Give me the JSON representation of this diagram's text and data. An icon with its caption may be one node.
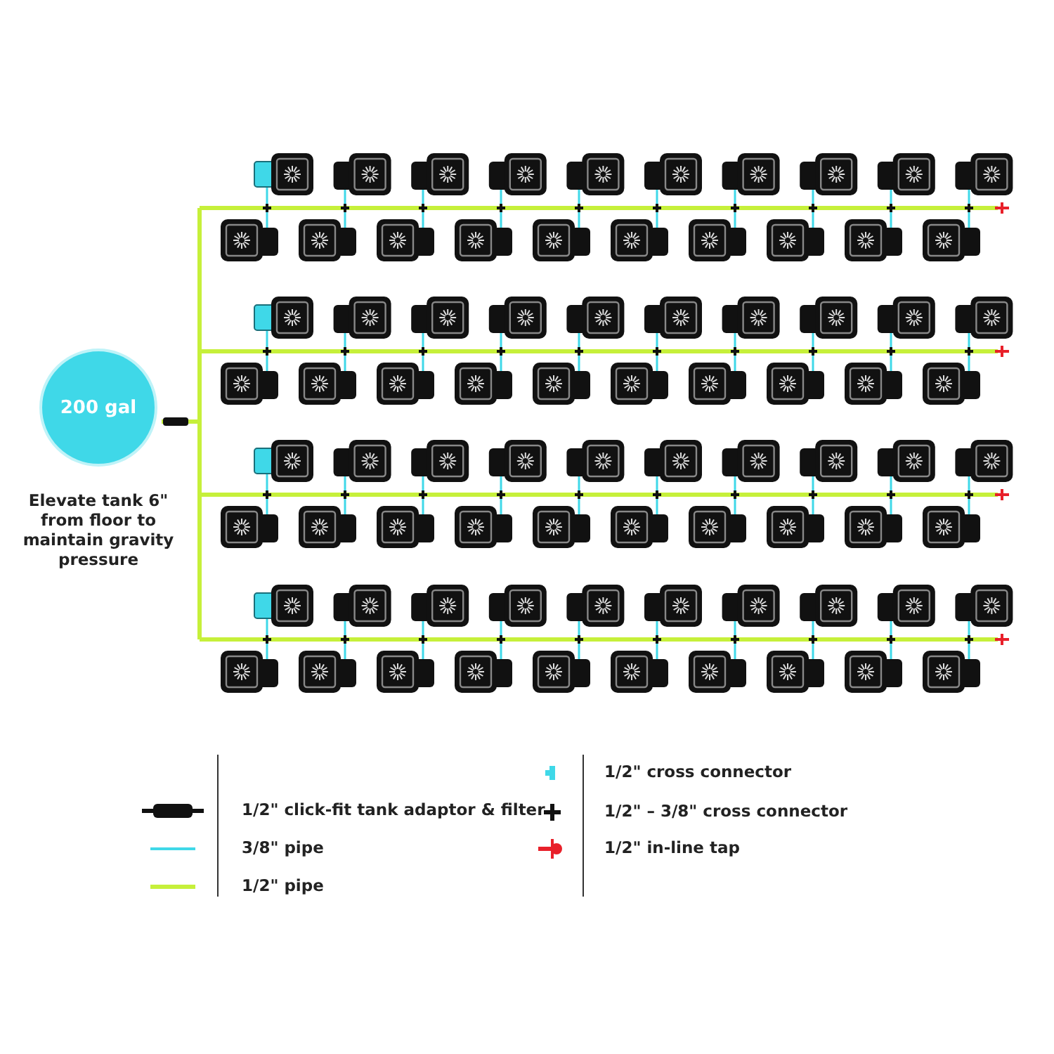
{
  "diagram": {
    "nodes": [
      {
        "text": [
          "200 gal"
        ],
        "beside": [
          "Elevate tank 6\" from floor to maintain gravity pressure"
        ]
      }
    ],
    "legend": [
      {
        "text": "1/2\" click-fit tank adaptor & filter"
      },
      {
        "text": "3/8\" pipe"
      },
      {
        "text": "1/2\" pipe"
      },
      {
        "text": "1/2\" cross connector"
      },
      {
        "text": "1/2\" –  3/8\" cross connector"
      },
      {
        "text": "1/2\" in-line tap"
      }
    ]
  }
}
